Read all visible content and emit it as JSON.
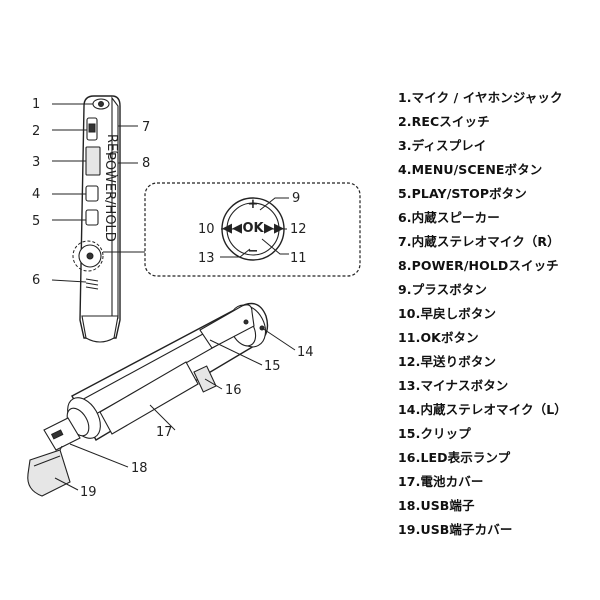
{
  "callouts": {
    "c1": "1",
    "c2": "2",
    "c3": "3",
    "c4": "4",
    "c5": "5",
    "c6": "6",
    "c7": "7",
    "c8": "8",
    "c9": "9",
    "c10": "10",
    "c11": "11",
    "c12": "12",
    "c13": "13",
    "c14": "14",
    "c15": "15",
    "c16": "16",
    "c17": "17",
    "c18": "18",
    "c19": "19"
  },
  "device_print": {
    "rec": "REC",
    "power_hold": "POWER/HOLD",
    "ok": "OK",
    "plus": "+",
    "minus": "−",
    "rewind": "◀◀",
    "forward": "▶▶"
  },
  "legend": [
    "1.マイク / イヤホンジャック",
    "2.RECスイッチ",
    "3.ディスプレイ",
    "4.MENU/SCENEボタン",
    "5.PLAY/STOPボタン",
    "6.内蔵スピーカー",
    "7.内蔵ステレオマイク（R）",
    "8.POWER/HOLDスイッチ",
    "9.プラスボタン",
    "10.早戻しボタン",
    "11.OKボタン",
    "12.早送りボタン",
    "13.マイナスボタン",
    "14.内蔵ステレオマイク（L）",
    "15.クリップ",
    "16.LED表示ランプ",
    "17.電池カバー",
    "18.USB端子",
    "19.USB端子カバー"
  ]
}
